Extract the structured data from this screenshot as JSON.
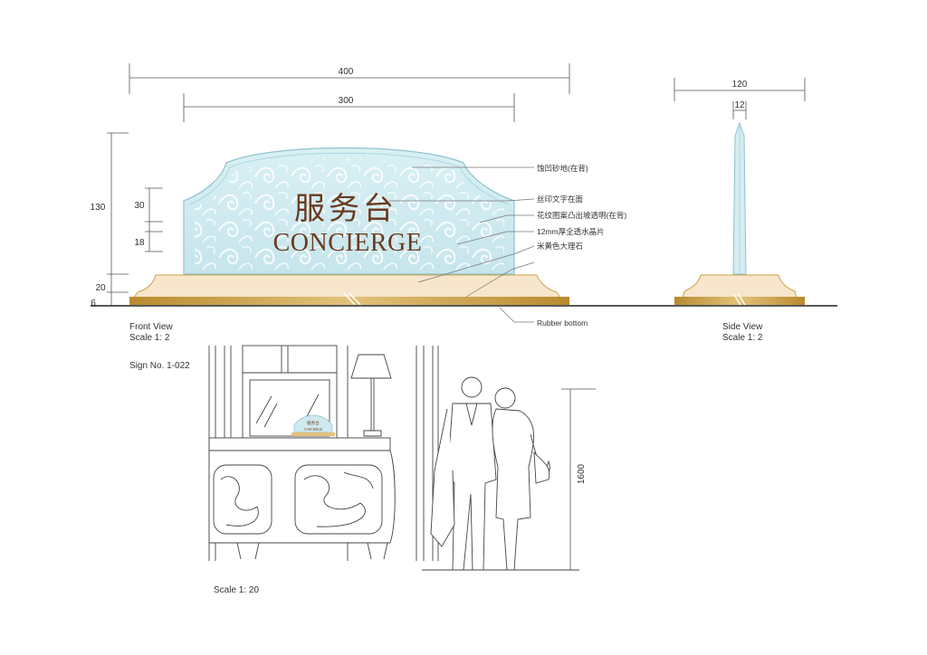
{
  "front_view": {
    "dim_width_outer": "400",
    "dim_width_inner": "300",
    "dim_height_total": "130",
    "dim_chinese_text": "30",
    "dim_english_text": "18",
    "dim_base": "20",
    "dim_rubber": "6",
    "sign_chinese": "服务台",
    "sign_english": "CONCIERGE",
    "callouts": [
      "蚀凹砂地(在背)",
      "丝印文字在面",
      "花纹图案凸出坡透明(在背)",
      "12mm厚全透水晶片",
      "米黄色大理石"
    ],
    "rubber_label": "Rubber bottom",
    "caption_view": "Front View",
    "caption_scale": "Scale 1: 2",
    "sign_number": "Sign No. 1-022"
  },
  "side_view": {
    "dim_width": "120",
    "dim_thickness": "12",
    "caption_view": "Side View",
    "caption_scale": "Scale 1: 2"
  },
  "context_view": {
    "dim_height": "1600",
    "mini_sign_chinese": "服务台",
    "mini_sign_english": "CONCIERGE",
    "caption_scale": "Scale 1: 20"
  },
  "colors": {
    "glass": "#cfe9ef",
    "glass_edge": "#8fc3cf",
    "marble": "#f5e3c6",
    "gold": "#c9a24a",
    "text_brown": "#6b3a1f"
  }
}
